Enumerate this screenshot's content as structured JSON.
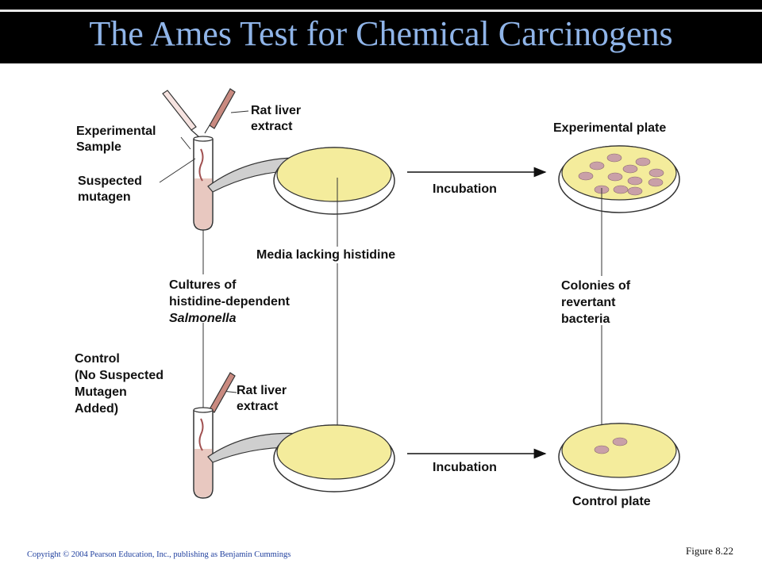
{
  "title": "The Ames Test for Chemical Carcinogens",
  "labels": {
    "experimental_sample": [
      "Experimental",
      "Sample"
    ],
    "rat_liver_top": [
      "Rat liver",
      "extract"
    ],
    "suspected_mutagen": [
      "Suspected",
      "mutagen"
    ],
    "experimental_plate": "Experimental plate",
    "incubation_top": "Incubation",
    "media_lacking": "Media lacking histidine",
    "cultures": [
      "Cultures of",
      "histidine-dependent",
      "Salmonella"
    ],
    "colonies": [
      "Colonies of",
      "revertant",
      "bacteria"
    ],
    "control": [
      "Control",
      "(No Suspected",
      "Mutagen",
      "Added)"
    ],
    "rat_liver_bottom": [
      "Rat liver",
      "extract"
    ],
    "incubation_bottom": "Incubation",
    "control_plate": "Control plate"
  },
  "colors": {
    "title": "#8fb4e8",
    "media": "#f4ec9c",
    "colony": "#c9a0a8",
    "tube_fluid": "#e8c8c0",
    "arrow": "#c8c8c8"
  },
  "footer": {
    "copyright": "Copyright © 2004 Pearson Education, Inc., publishing as Benjamin Cummings",
    "figure": "Figure 8.22"
  }
}
